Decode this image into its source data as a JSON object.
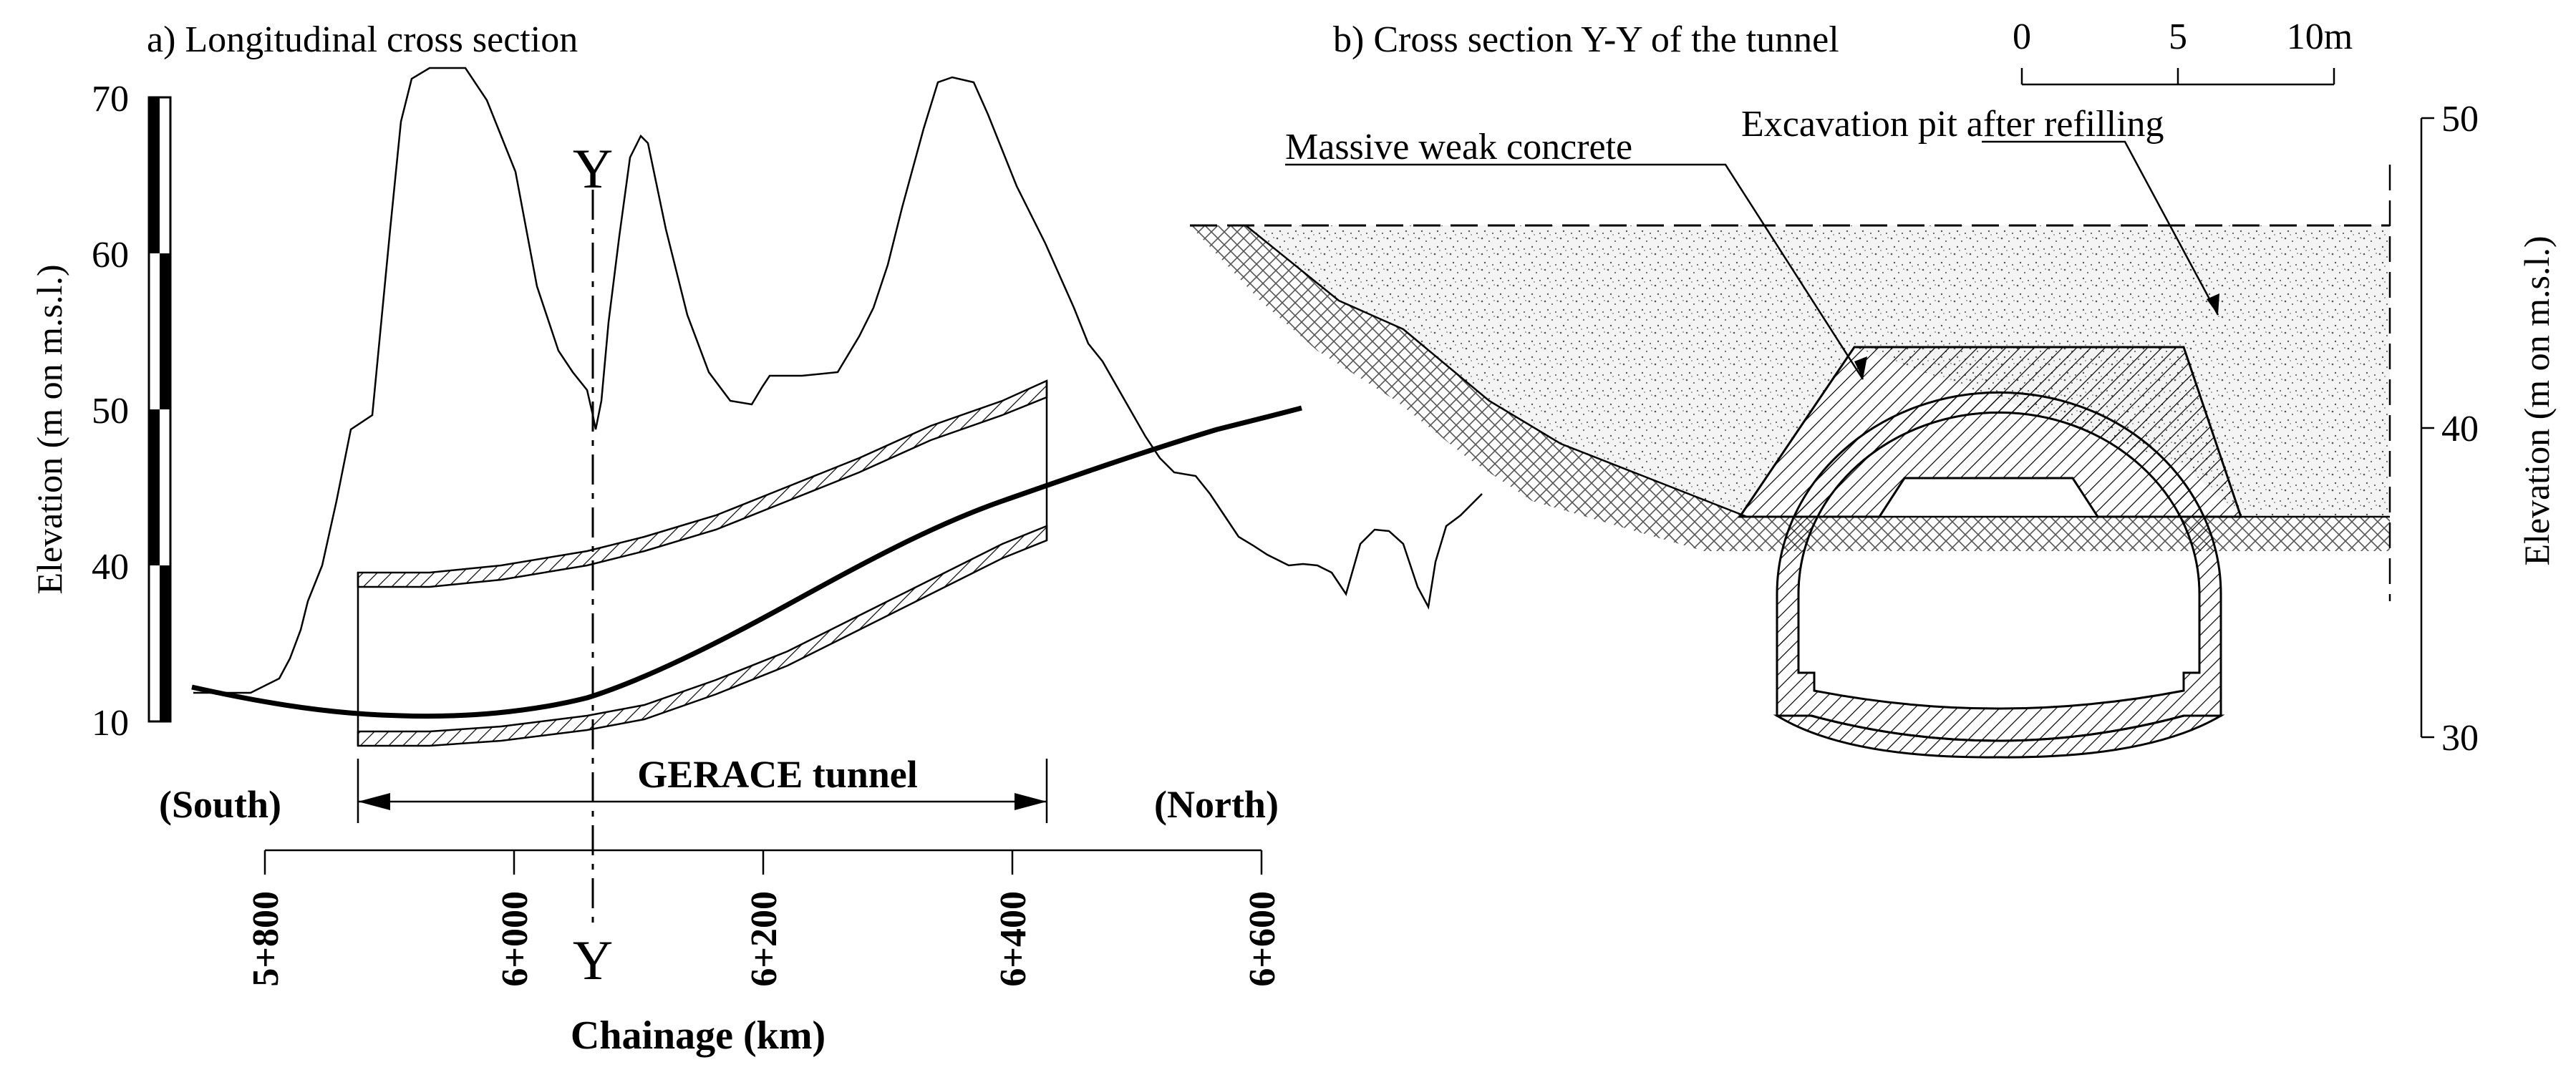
{
  "panel_a": {
    "title": "a) Longitudinal cross section",
    "y_axis_label": "Elevation (m on m.s.l.)",
    "y_ticks": [
      "70",
      "60",
      "50",
      "40",
      "10"
    ],
    "section_mark": "Y",
    "tunnel_label": "GERACE tunnel",
    "south_label": "(South)",
    "north_label": "(North)",
    "x_axis_label": "Chainage (km)",
    "x_ticks": [
      "5+800",
      "6+000",
      "6+200",
      "6+400",
      "6+600"
    ]
  },
  "panel_b": {
    "title": "b) Cross section Y-Y of the tunnel",
    "scale_ticks": [
      "0",
      "5",
      "10m"
    ],
    "label_concrete": "Massive weak concrete",
    "label_pit": "Excavation pit after refilling",
    "y_axis_label": "Elevation (m on m.s.l.)",
    "y_ticks": [
      "50",
      "40",
      "30"
    ]
  }
}
